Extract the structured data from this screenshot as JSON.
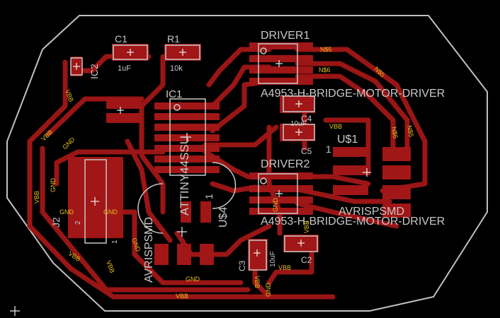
{
  "labels": {
    "c1": "C1",
    "c1_value": "1uF",
    "r1": "R1",
    "r1_value": "10k",
    "ic2": "IC2",
    "ic1": "IC1",
    "ic1_part": "ATTINY44SSU",
    "driver1": "DRIVER1",
    "driver1_part": "A4953-H-BRIDGE-MOTOR-DRIVER",
    "driver2": "DRIVER2",
    "driver2_part": "A4953-H-BRIDGE-MOTOR-DRIVER",
    "c4": "C4",
    "c4_value": "10uF",
    "c5": "C5",
    "u1": "U$1",
    "pin_one": "1",
    "u4": "U$4",
    "u4_pin": "1",
    "avrispsmd_left": "AVRISPSMD",
    "avrispsmd_right": "AVRISPSMD",
    "j2": "J2",
    "j2_pin2": "2",
    "j2_pin1": "1",
    "c3": "C3",
    "c3_value": "10uF",
    "c2": "C2"
  },
  "nets": {
    "vbb": "VBB",
    "gnd": "GND",
    "n5": "N$5",
    "n6": "N$6"
  },
  "colors": {
    "background": "#000000",
    "copper": "#9a1515",
    "silkscreen": "#c8c8c8",
    "net_label": "#e8c020",
    "outline": "#c0c0c0"
  }
}
